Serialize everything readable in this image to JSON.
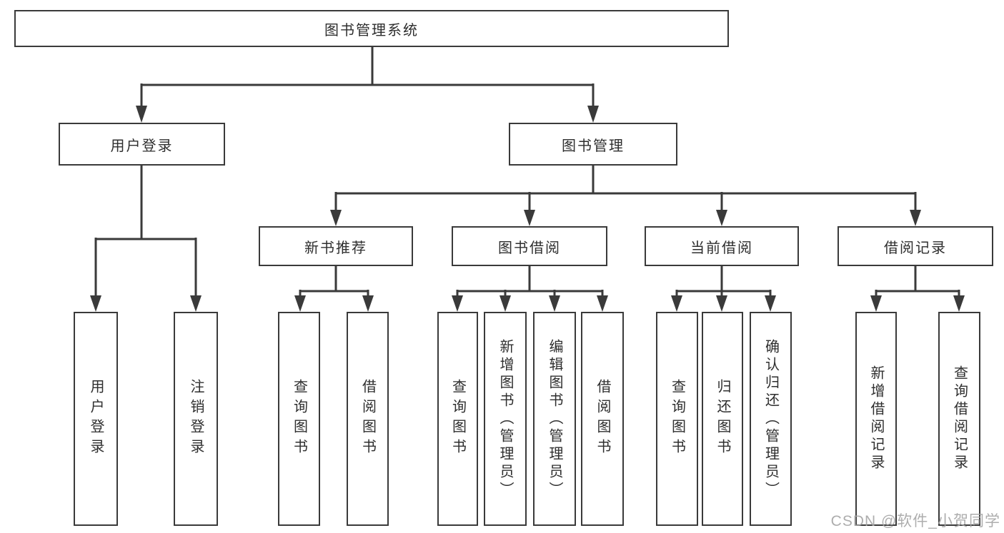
{
  "tree": {
    "label": "图书管理系统",
    "children": [
      {
        "label": "用户登录",
        "children": [
          {
            "label": "用户登录"
          },
          {
            "label": "注销登录"
          }
        ]
      },
      {
        "label": "图书管理",
        "children": [
          {
            "label": "新书推荐",
            "children": [
              {
                "label": "查询图书"
              },
              {
                "label": "借阅图书"
              }
            ]
          },
          {
            "label": "图书借阅",
            "children": [
              {
                "label": "查询图书"
              },
              {
                "label": "新增图书（管理员）"
              },
              {
                "label": "编辑图书（管理员）"
              },
              {
                "label": "借阅图书"
              }
            ]
          },
          {
            "label": "当前借阅",
            "children": [
              {
                "label": "查询图书"
              },
              {
                "label": "归还图书"
              },
              {
                "label": "确认归还（管理员）"
              }
            ]
          },
          {
            "label": "借阅记录",
            "children": [
              {
                "label": "新增借阅记录"
              },
              {
                "label": "查询借阅记录"
              }
            ]
          }
        ]
      }
    ]
  },
  "watermark": {
    "text": "CSDN @软件_小贺同学"
  },
  "colors": {
    "line": "#3a3a3a",
    "text": "#2e2e2e",
    "watermark": "#a5a5a5",
    "background": "#ffffff"
  }
}
